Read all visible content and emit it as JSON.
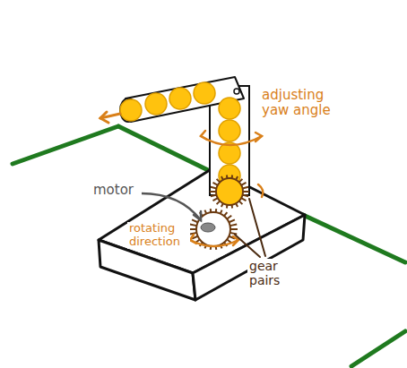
{
  "diagram": {
    "labels": [
      "adjusting yaw angle",
      "motor",
      "rotating direction",
      "gear pairs"
    ]
  }
}
